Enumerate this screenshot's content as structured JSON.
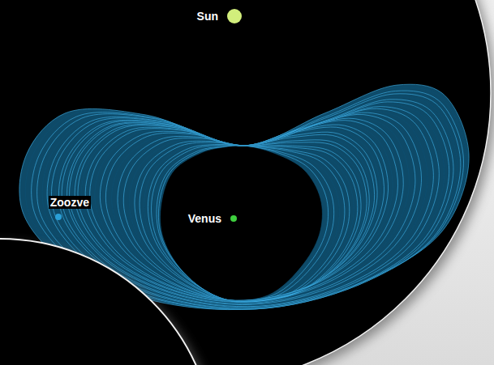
{
  "diagram": {
    "labels": [
      "Sun",
      "Zoozve",
      "Venus"
    ]
  }
}
